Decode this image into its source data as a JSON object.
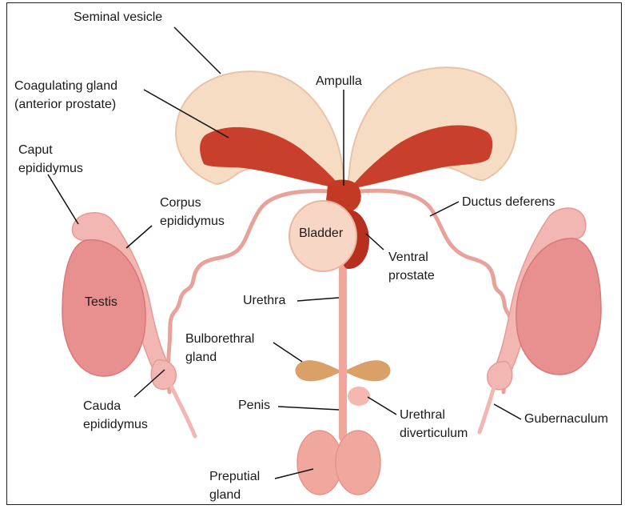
{
  "labels": {
    "seminal_vesicle": "Seminal vesicle",
    "coagulating_gland_1": "Coagulating gland",
    "coagulating_gland_2": "(anterior prostate)",
    "ampulla": "Ampulla",
    "caput_1": "Caput",
    "caput_2": "epididymus",
    "corpus_1": "Corpus",
    "corpus_2": "epididymus",
    "ductus_deferens": "Ductus deferens",
    "bladder": "Bladder",
    "ventral_prostate_1": "Ventral",
    "ventral_prostate_2": "prostate",
    "testis": "Testis",
    "urethra": "Urethra",
    "bulbourethral_1": "Bulborethral",
    "bulbourethral_2": "gland",
    "cauda_1": "Cauda",
    "cauda_2": "epididymus",
    "penis": "Penis",
    "urethral_div_1": "Urethral",
    "urethral_div_2": "diverticulum",
    "gubernaculum": "Gubernaculum",
    "preputial_1": "Preputial",
    "preputial_2": "gland"
  },
  "colors": {
    "vesicle_fill": "#f7dcc4",
    "coag_fill": "#c8402c",
    "bladder_fill": "#f8d6c6",
    "ampulla_fill": "#c23a24",
    "duct_stroke": "#e7a39a",
    "testis_fill": "#e88f8f",
    "epid_fill": "#f2b7b2",
    "bulb_fill": "#d9a067",
    "prep_fill": "#f0a89e"
  }
}
